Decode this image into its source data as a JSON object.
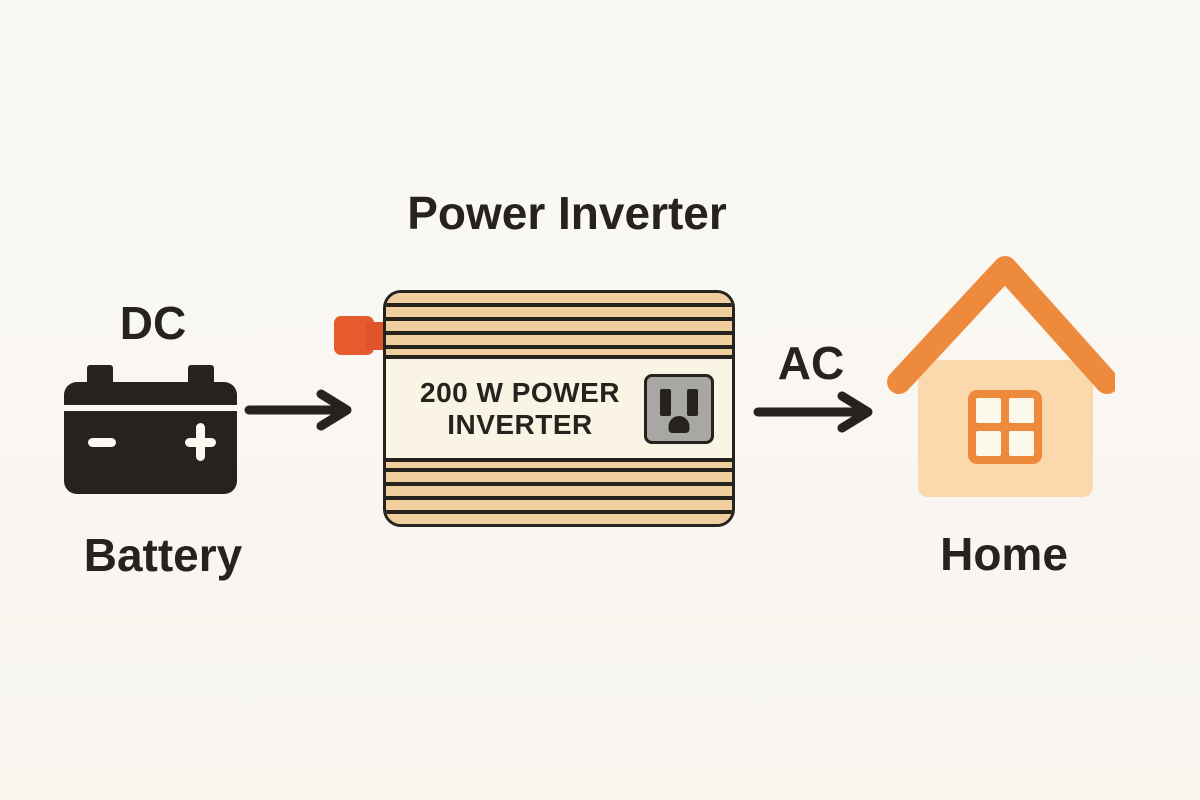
{
  "title": "Power Inverter",
  "battery": {
    "signal_label": "DC",
    "name_label": "Battery",
    "minus_symbol": "−",
    "plus_symbol": "+"
  },
  "inverter": {
    "body_line1": "200 W POWER",
    "body_line2": "INVERTER"
  },
  "home": {
    "signal_label": "AC",
    "name_label": "Home"
  },
  "icons": {
    "battery": "car-battery-icon",
    "dc_flow": "arrow-right-icon",
    "connector": "dc-plug-icon",
    "outlet": "power-outlet-icon",
    "ac_flow": "arrow-right-icon",
    "home": "house-icon"
  },
  "colors": {
    "background": "#FAF8F3",
    "ink": "#26231F",
    "inverter_tan": "#F0CE9E",
    "inverter_cream": "#FAF4E4",
    "connector_orange": "#E65C2E",
    "home_orange": "#EE8A3C",
    "home_peach": "#FBD9AC",
    "window_pane": "#FCF8EB",
    "outlet_gray": "#A8A7A4"
  }
}
